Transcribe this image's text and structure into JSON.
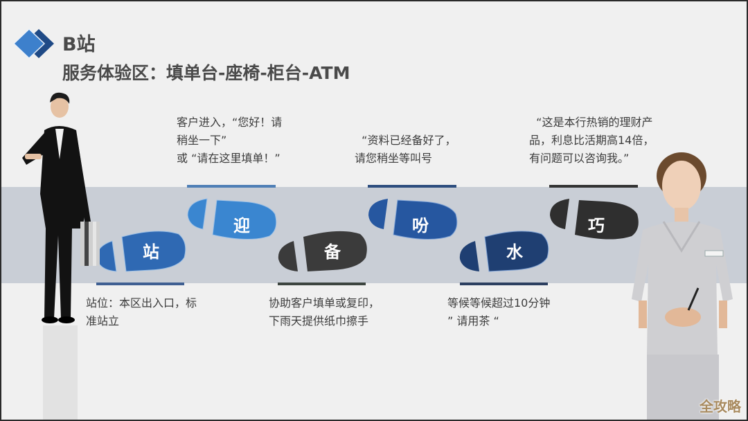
{
  "header": {
    "title": "B站",
    "subtitle": "服务体验区：填单台-座椅-柜台-ATM"
  },
  "colors": {
    "background": "#f0f0f0",
    "band": "#c9ced6",
    "blue_light": "#3a7fc9",
    "blue_mid": "#2f63a8",
    "navy": "#24497f",
    "dark": "#3c3c3c",
    "text": "#3c3c3c"
  },
  "steps": [
    {
      "char": "站",
      "color": "#2f69b3",
      "position": "bottom",
      "caption": "站位：本区出入口，标\n准站立"
    },
    {
      "char": "迎",
      "color": "#3a86d0",
      "position": "top",
      "caption": "客户进入，“您好！请\n稍坐一下”\n或 “请在这里填单！”"
    },
    {
      "char": "备",
      "color": "#3b3b3b",
      "position": "bottom",
      "caption": "协助客户填单或复印，\n下雨天提供纸巾擦手"
    },
    {
      "char": "吩",
      "color": "#2657a0",
      "position": "top",
      "caption": "  “资料已经备好了，\n请您稍坐等叫号"
    },
    {
      "char": "水",
      "color": "#1f3f72",
      "position": "bottom",
      "caption": "等候等候超过10分钟\n” 请用茶 “"
    },
    {
      "char": "巧",
      "color": "#2f2f2f",
      "position": "top",
      "caption": "  “这是本行热销的理财产\n品，利息比活期高14倍，\n有问题可以咨询我。”"
    }
  ],
  "figures": {
    "left": "businessman-walking-with-briefcase",
    "right": "bank-staff-woman-in-uniform"
  },
  "watermark": "全攻略"
}
